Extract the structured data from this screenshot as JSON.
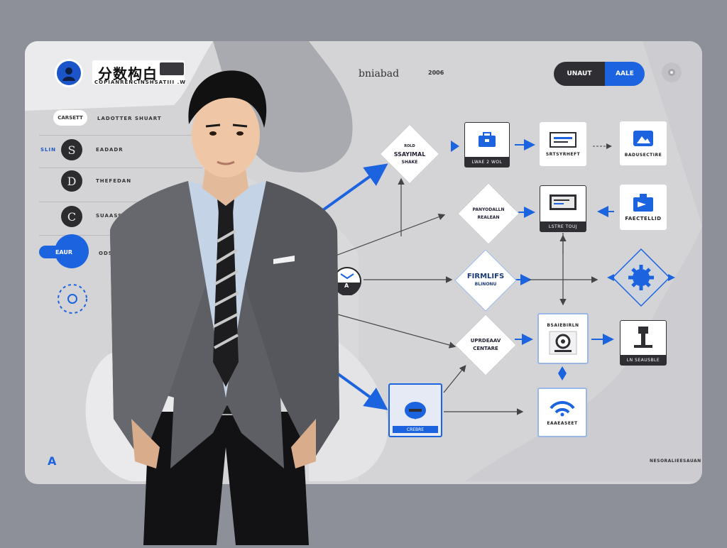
{
  "sidebar": {
    "brand_title": "分数构白",
    "brand_subtitle": "COPIANRENCINSHSATIII .W",
    "pill_label": "CARSETT",
    "pill_side_label": "LADOTTER SHUART",
    "items": [
      {
        "letter": "S",
        "label": "EADADR",
        "marker": "SLIN"
      },
      {
        "letter": "D",
        "label": "THEFEDAN"
      },
      {
        "letter": "C",
        "label": "SUAASSED"
      },
      {
        "letter": "",
        "label": "ODSY",
        "active_label": "EAUR"
      }
    ],
    "bottom_mark": "A"
  },
  "header": {
    "title": "bniabad",
    "number": "2006",
    "toggle_left": "UNAUT",
    "toggle_right": "AALE"
  },
  "flow": {
    "diamonds": [
      {
        "id": "d1",
        "line1": "SSAYIMAL",
        "line2": "SHAKE",
        "top": "ROLD"
      },
      {
        "id": "d2",
        "line1": "PANYODALLN",
        "line2": "REALEAN"
      },
      {
        "id": "d3",
        "line1": "FIRMLIFS",
        "line2": "BLINONU"
      },
      {
        "id": "d4",
        "line1": "UPRDEAAV",
        "line2": "CENTARE"
      }
    ],
    "boxes": [
      {
        "id": "b1",
        "label": "LWAE 2 WOL"
      },
      {
        "id": "b2",
        "label": "SRTSYRHEFT"
      },
      {
        "id": "b3",
        "label": "BADUSECTIRE"
      },
      {
        "id": "b4",
        "label": "LSTRE TOUJ"
      },
      {
        "id": "b5",
        "label": "FAECTELLID"
      },
      {
        "id": "b6",
        "label": "BSAIEBIRLN"
      },
      {
        "id": "b7",
        "label": "LN SEAUSBLE"
      },
      {
        "id": "b8",
        "label": "CREBRE"
      },
      {
        "id": "b9",
        "label": "EAAEASEET"
      }
    ],
    "hub_label": "A"
  },
  "footer": {
    "right_text": "NESORALIEESAUAN"
  },
  "colors": {
    "accent": "#1c63e0",
    "dark": "#2e2e33",
    "panel": "#d4d4d6",
    "background": "#8d9099"
  }
}
